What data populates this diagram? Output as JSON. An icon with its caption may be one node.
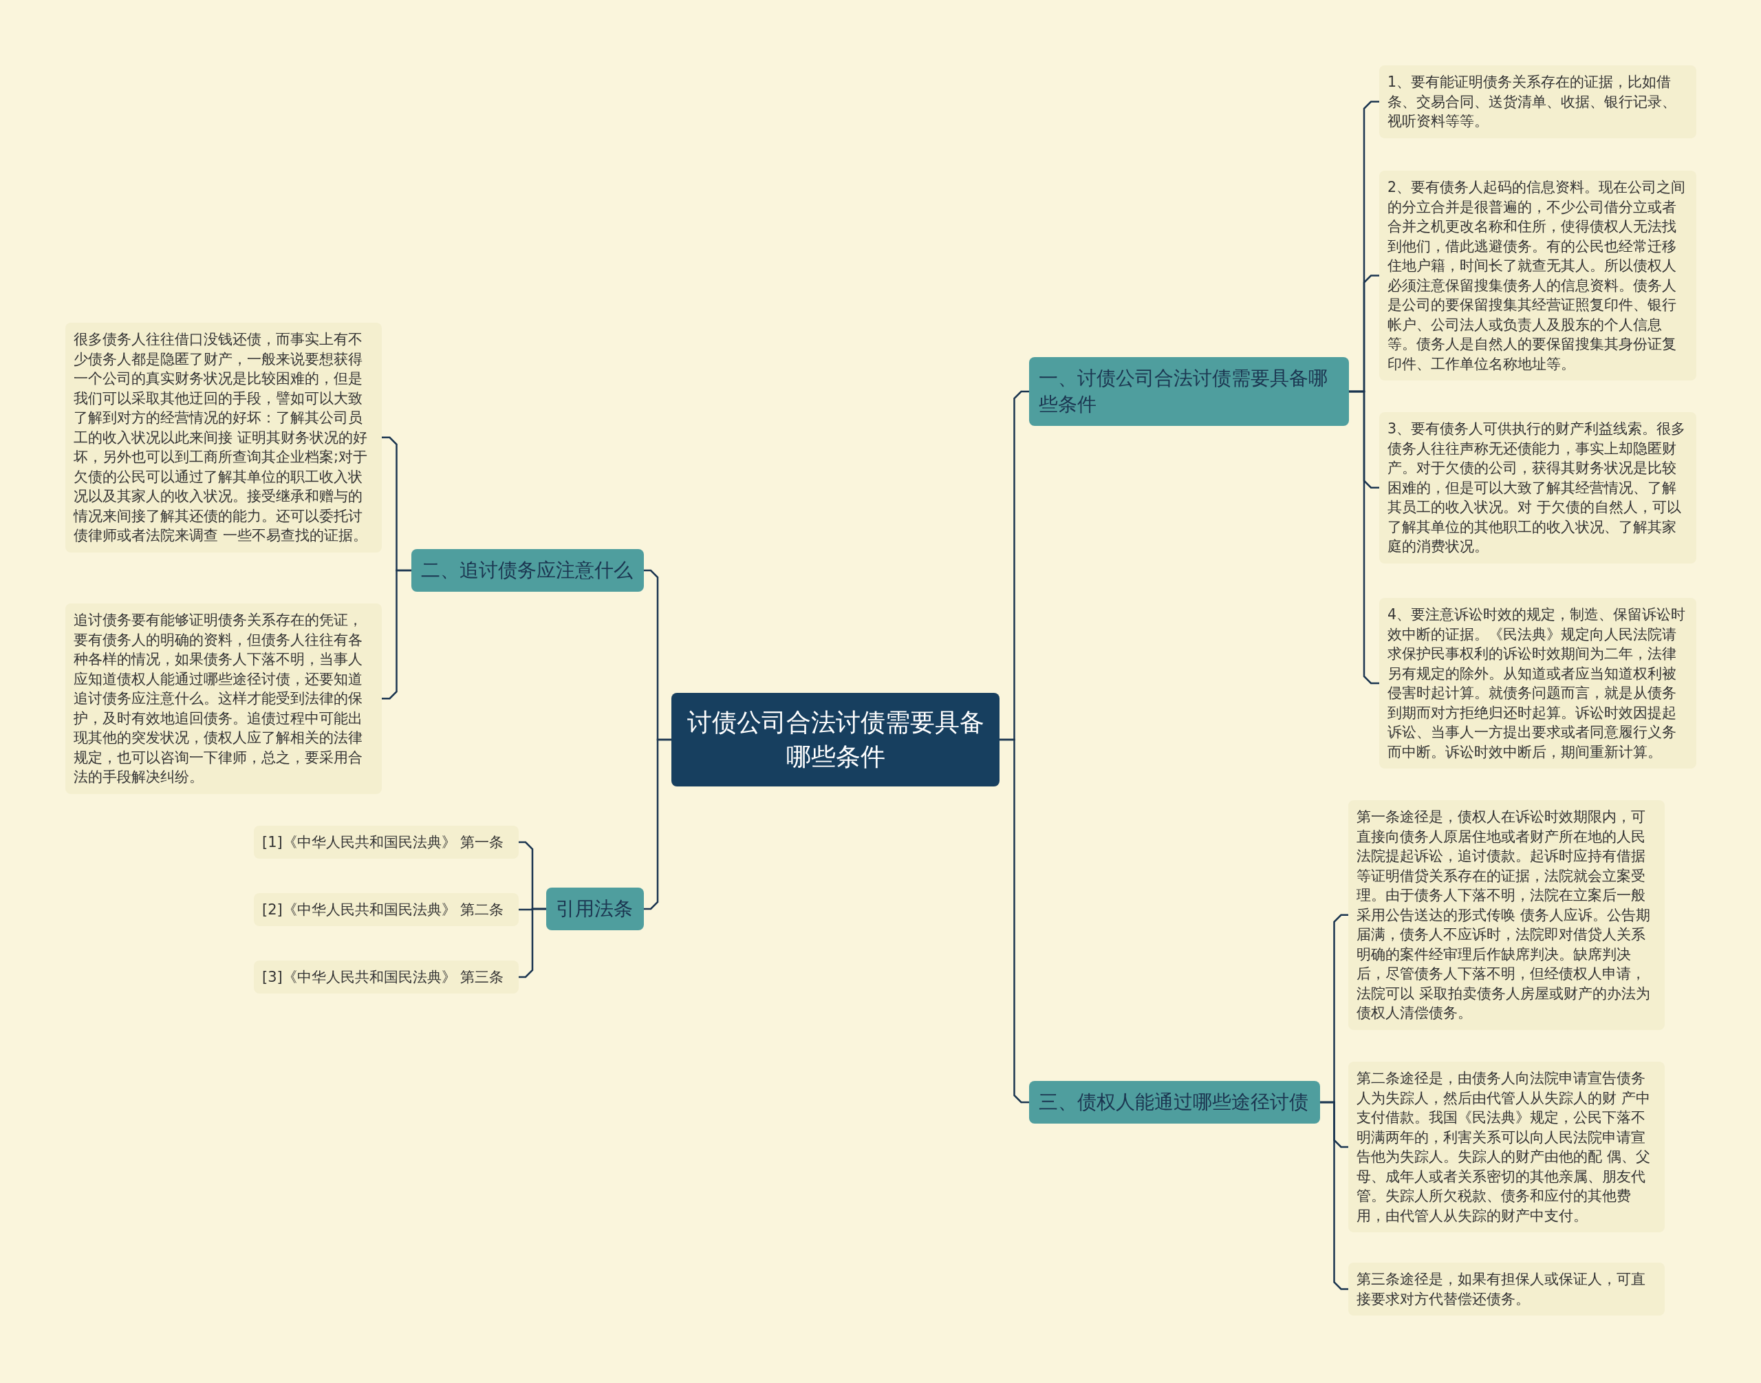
{
  "diagram": {
    "nodes": [
      {
        "text": [
          "讨债公司合法讨债需要具备哪些条件"
        ]
      },
      {
        "text": [
          "一、讨债公司合法讨债需要具备哪些条件"
        ]
      },
      {
        "text": [
          "1、要有能证明债务关系存在的证据，比如借条、交易合同、送货清单、收据、银行记录、视听资料等等。"
        ]
      },
      {
        "text": [
          "2、要有债务人起码的信息资料。现在公司之间的分立合并是很普遍的，不少公司借分立或者合并之机更改名称和住所，使得债权人无法找到他们，借此逃避债务。有的公民也经常迁移住地户籍，时间长了就查无其人。所以债权人必须注意保留搜集债务人的信息资料。债务人是公司的要保留搜集其经营证照复印件、银行帐户、公司法人或负责人及股东的个人信息等。债务人是自然人的要保留搜集其身份证复印件、工作单位名称地址等。"
        ]
      },
      {
        "text": [
          "3、要有债务人可供执行的财产利益线索。很多债务人往往声称无还债能力，事实上却隐匿财产。对于欠债的公司，获得其财务状况是比较困难的，但是可以大致了解其经营情况、了解其员工的收入状况。对 于欠债的自然人，可以了解其单位的其他职工的收入状况、了解其家庭的消费状况。"
        ]
      },
      {
        "text": [
          "4、要注意诉讼时效的规定，制造、保留诉讼时效中断的证据。《民法典》规定向人民法院请求保护民事权利的诉讼时效期间为二年，法律另有规定的除外。从知道或者应当知道权利被侵害时起计算。就债务问题而言，就是从债务到期而对方拒绝归还时起算。诉讼时效因提起诉讼、当事人一方提出要求或者同意履行义务而中断。诉讼时效中断后，期间重新计算。"
        ]
      },
      {
        "text": [
          "二、追讨债务应注意什么"
        ]
      },
      {
        "text": [
          "很多债务人往往借口没钱还债，而事实上有不少债务人都是隐匿了财产，一般来说要想获得一个公司的真实财务状况是比较困难的，但是我们可以采取其他迂回的手段，譬如可以大致了解到对方的经营情况的好坏：了解其公司员工的收入状况以此来间接 证明其财务状况的好坏，另外也可以到工商所查询其企业档案;对于欠债的公民可以通过了解其单位的职工收入状况以及其家人的收入状况。接受继承和赠与的情况来间接了解其还债的能力。还可以委托讨债律师或者法院来调查 一些不易查找的证据。"
        ]
      },
      {
        "text": [
          "追讨债务要有能够证明债务关系存在的凭证，要有债务人的明确的资料，但债务人往往有各种各样的情况，如果债务人下落不明，当事人应知道债权人能通过哪些途径讨债，还要知道追讨债务应注意什么。这样才能受到法律的保护，及时有效地追回债务。追债过程中可能出现其他的突发状况，债权人应了解相关的法律规定，也可以咨询一下律师，总之，要采用合法的手段解决纠纷。"
        ]
      },
      {
        "text": [
          "引用法条"
        ]
      },
      {
        "text": [
          "[1]《中华人民共和国民法典》 第一条"
        ]
      },
      {
        "text": [
          "[2]《中华人民共和国民法典》 第二条"
        ]
      },
      {
        "text": [
          "[3]《中华人民共和国民法典》 第三条"
        ]
      },
      {
        "text": [
          "三、债权人能通过哪些途径讨债"
        ]
      },
      {
        "text": [
          "第一条途径是，债权人在诉讼时效期限内，可直接向债务人原居住地或者财产所在地的人民法院提起诉讼，追讨债款。起诉时应持有借据等证明借贷关系存在的证据，法院就会立案受理。由于债务人下落不明，法院在立案后一般采用公告送达的形式传唤 债务人应诉。公告期届满，债务人不应诉时，法院即对借贷人关系明确的案件经审理后作缺席判决。缺席判决后，尽管债务人下落不明，但经债权人申请，法院可以 采取拍卖债务人房屋或财产的办法为债权人清偿债务。"
        ]
      },
      {
        "text": [
          "第二条途径是，由债务人向法院申请宣告债务人为失踪人，然后由代管人从失踪人的财 产中支付借款。我国《民法典》规定，公民下落不明满两年的，利害关系可以向人民法院申请宣告他为失踪人。失踪人的财产由他的配 偶、父母、成年人或者关系密切的其他亲属、朋友代管。失踪人所欠税款、债务和应付的其他费用，由代管人从失踪的财产中支付。"
        ]
      },
      {
        "text": [
          "第三条途径是，如果有担保人或保证人，可直接要求对方代替偿还债务。"
        ]
      }
    ],
    "edges": [
      {
        "from": 0,
        "to": 1,
        "arrow": "none"
      },
      {
        "from": 1,
        "to": 2,
        "arrow": "none"
      },
      {
        "from": 1,
        "to": 3,
        "arrow": "none"
      },
      {
        "from": 1,
        "to": 4,
        "arrow": "none"
      },
      {
        "from": 1,
        "to": 5,
        "arrow": "none"
      },
      {
        "from": 0,
        "to": 6,
        "arrow": "none"
      },
      {
        "from": 6,
        "to": 7,
        "arrow": "none"
      },
      {
        "from": 6,
        "to": 8,
        "arrow": "none"
      },
      {
        "from": 0,
        "to": 9,
        "arrow": "none"
      },
      {
        "from": 9,
        "to": 10,
        "arrow": "none"
      },
      {
        "from": 9,
        "to": 11,
        "arrow": "none"
      },
      {
        "from": 9,
        "to": 12,
        "arrow": "none"
      },
      {
        "from": 0,
        "to": 13,
        "arrow": "none"
      },
      {
        "from": 13,
        "to": 14,
        "arrow": "none"
      },
      {
        "from": 13,
        "to": 15,
        "arrow": "none"
      },
      {
        "from": 13,
        "to": 16,
        "arrow": "none"
      }
    ]
  }
}
